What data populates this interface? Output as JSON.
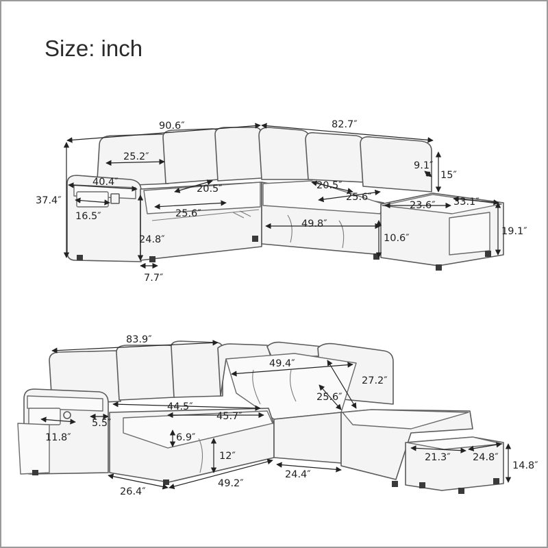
{
  "title": "Size: inch",
  "top_view": {
    "overall_left_width": "90.6″",
    "overall_right_width": "82.7″",
    "overall_height": "37.4″",
    "back_cushion_width": "25.2″",
    "arm_width": "40.4″",
    "console_depth": "16.5″",
    "seat_depth_left": "20.5″",
    "seat_depth_right": "20.5″",
    "seat_width_left": "25.6″",
    "seat_width_right": "25.6″",
    "seat_height": "24.8″",
    "leg_height": "7.7″",
    "corner_length": "49.8″",
    "base_height": "10.6″",
    "back_pillow_thickness": "9.1″",
    "back_height": "15″",
    "chaise_seat_depth": "23.6″",
    "chaise_length": "33.1″",
    "chaise_height": "19.1″"
  },
  "bottom_view": {
    "back_width": "83.9″",
    "storage_width": "49.4″",
    "storage_depth": "27.2″",
    "storage_inner_depth": "25.6″",
    "bed_width_inner": "44.5″",
    "bed_width_outer": "45.7″",
    "console_width": "11.8″",
    "console_gap": "5.5″",
    "mattress_thickness": "6.9″",
    "bed_height": "12″",
    "arm_depth": "26.4″",
    "bed_length": "49.2″",
    "corner_depth": "24.4″",
    "ottoman_width": "21.3″",
    "ottoman_depth": "24.8″",
    "ottoman_height": "14.8″"
  }
}
